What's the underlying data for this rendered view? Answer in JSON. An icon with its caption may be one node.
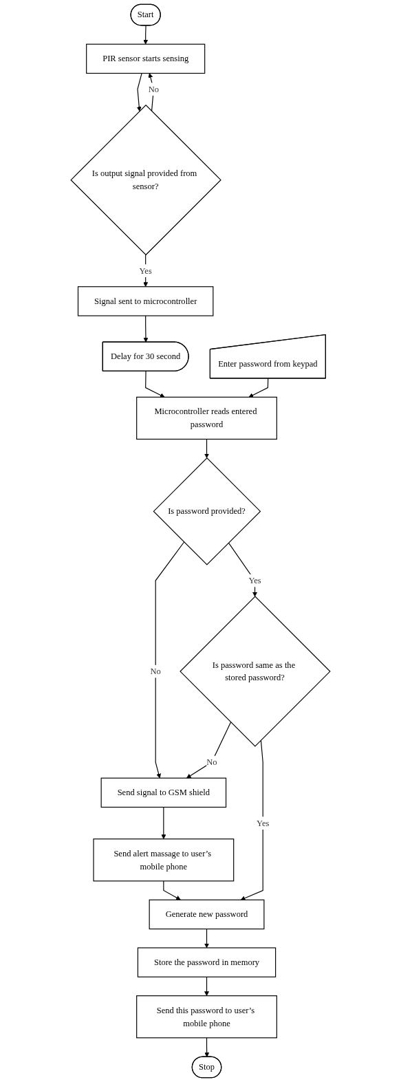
{
  "diagram": {
    "nodes": [
      {
        "text": [
          "Start"
        ]
      },
      {
        "text": [
          "PIR sensor starts sensing"
        ]
      },
      {
        "text": [
          "Is output signal provided from sensor?"
        ]
      },
      {
        "text": [
          "Signal sent to microcontroller"
        ]
      },
      {
        "text": [
          "Delay for 30 second"
        ]
      },
      {
        "text": [
          "Enter password from keypad"
        ]
      },
      {
        "text": [
          "Microcontroller reads entered password"
        ]
      },
      {
        "text": [
          "Is password provided?"
        ]
      },
      {
        "text": [
          "Is password same as the stored password?"
        ]
      },
      {
        "text": [
          "Send signal to GSM shield"
        ]
      },
      {
        "text": [
          "Send alert massage to user’s mobile phone"
        ]
      },
      {
        "text": [
          "Generate new password"
        ]
      },
      {
        "text": [
          "Store the password in memory"
        ]
      },
      {
        "text": [
          "Send this password to user’s mobile phone"
        ]
      },
      {
        "text": [
          "Stop"
        ]
      }
    ],
    "edges": [
      {
        "from": 0,
        "to": 1,
        "arrow": "to"
      },
      {
        "from": 1,
        "to": 2,
        "arrow": "to"
      },
      {
        "from": 2,
        "to": 1,
        "arrow": "to",
        "label": "No"
      },
      {
        "from": 2,
        "to": 3,
        "arrow": "to",
        "label": "Yes"
      },
      {
        "from": 3,
        "to": 4,
        "arrow": "to"
      },
      {
        "from": 4,
        "to": 6,
        "arrow": "to"
      },
      {
        "from": 5,
        "to": 6,
        "arrow": "to"
      },
      {
        "from": 6,
        "to": 7,
        "arrow": "to"
      },
      {
        "from": 7,
        "to": 9,
        "arrow": "to",
        "label": "No"
      },
      {
        "from": 7,
        "to": 8,
        "arrow": "to",
        "label": "Yes"
      },
      {
        "from": 8,
        "to": 9,
        "arrow": "to",
        "label": "No"
      },
      {
        "from": 8,
        "to": 11,
        "arrow": "to",
        "label": "Yes"
      },
      {
        "from": 9,
        "to": 10,
        "arrow": "to"
      },
      {
        "from": 10,
        "to": 11,
        "arrow": "to"
      },
      {
        "from": 11,
        "to": 12,
        "arrow": "to"
      },
      {
        "from": 12,
        "to": 13,
        "arrow": "to"
      },
      {
        "from": 13,
        "to": 14,
        "arrow": "to"
      }
    ]
  }
}
